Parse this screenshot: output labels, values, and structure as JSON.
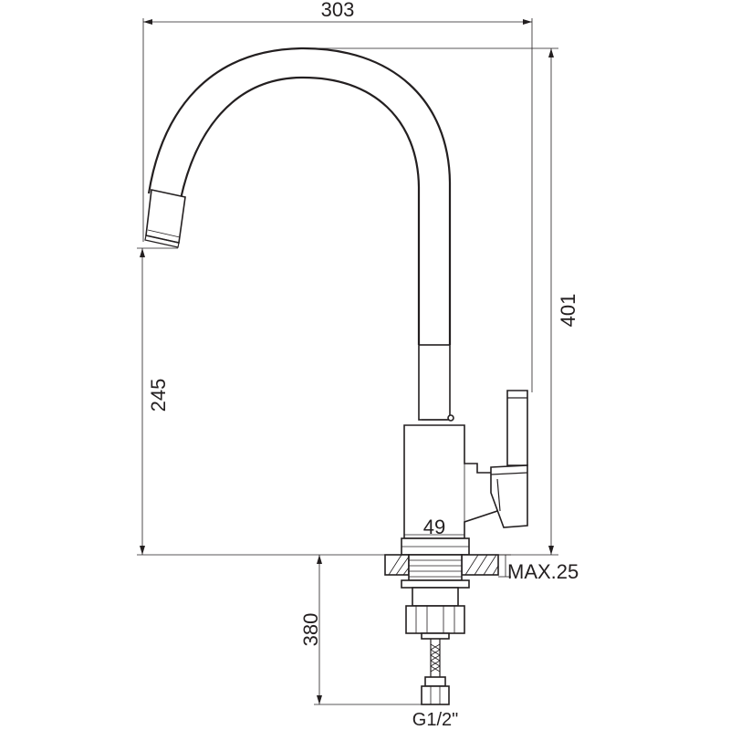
{
  "dimensions": {
    "total_width": "303",
    "total_height": "401",
    "spout_height": "245",
    "body_width": "49",
    "max_counter_thickness": "MAX.25",
    "hose_length": "380",
    "connection_thread": "G1/2\""
  },
  "colors": {
    "line": "#231f20",
    "background": "#ffffff"
  }
}
